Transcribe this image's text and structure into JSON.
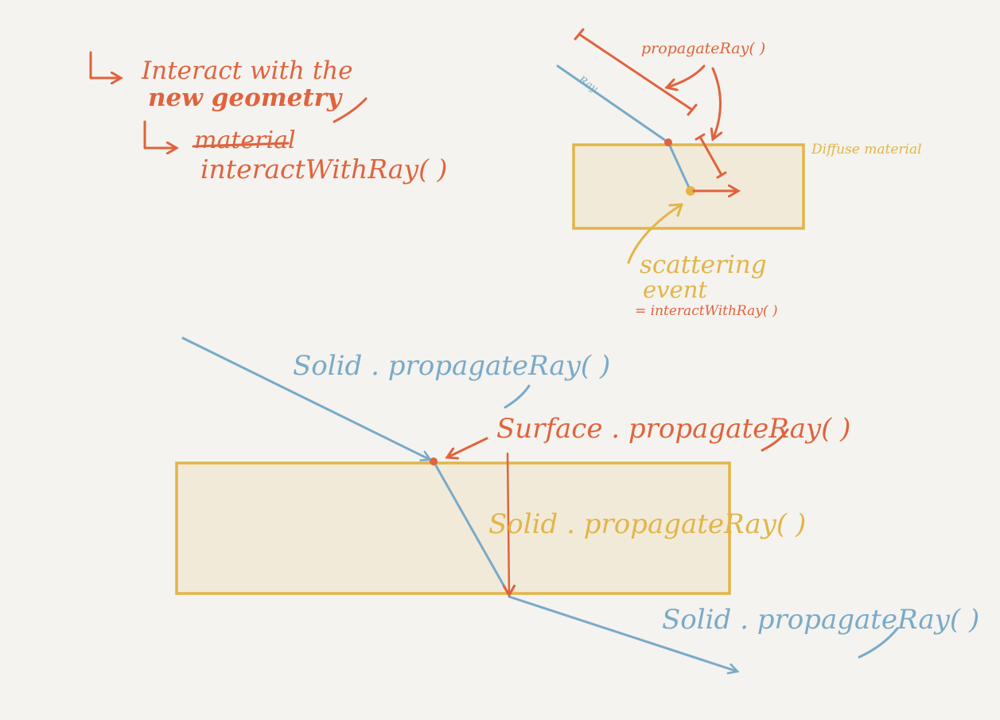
{
  "colors": {
    "background": "#f4f3ef",
    "red": "#e0633d",
    "blue": "#79aac8",
    "gold": "#e1b548",
    "block_fill": "#f2ead9"
  },
  "notes": {
    "line1": "Interact with the",
    "line2": "new geometry",
    "line3_struck": "material",
    "line4": "interactWithRay( )"
  },
  "top_diagram": {
    "ray_label": "Ray",
    "propagate_label": "propagateRay( )",
    "material_label": "Diffuse material",
    "scatter_line1": "scattering",
    "scatter_line2": "event",
    "scatter_line3": "= interactWithRay( )"
  },
  "bottom_diagram": {
    "incoming_label": "Solid . propagateRay( )",
    "surface_label": "Surface . propagateRay( )",
    "inside_label": "Solid . propagateRay( )",
    "outgoing_label": "Solid . propagateRay( )"
  }
}
